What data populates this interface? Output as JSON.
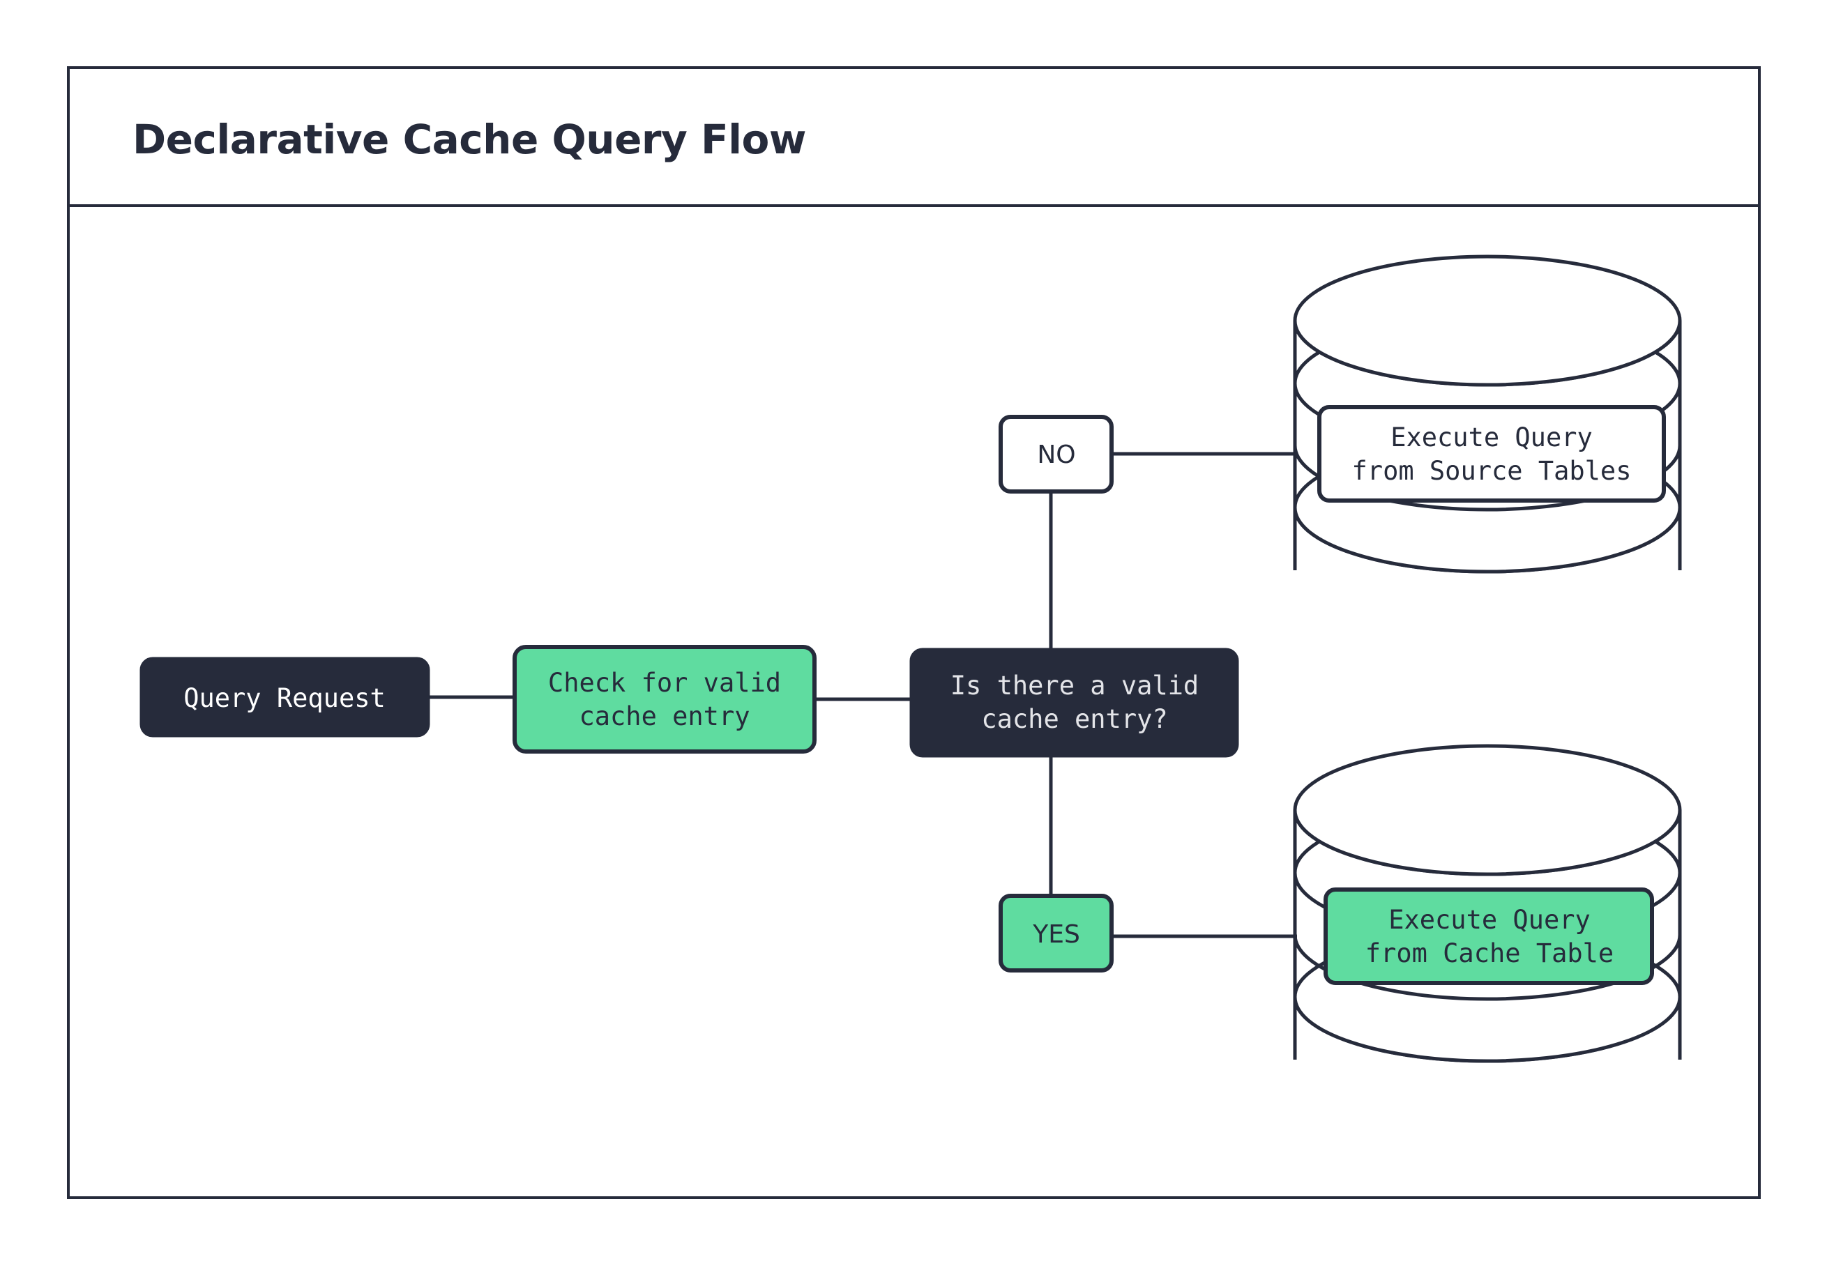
{
  "diagram": {
    "title": "Declarative Cache Query Flow",
    "colors": {
      "ink": "#262B3B",
      "green": "#5FDCA0",
      "white": "#FFFFFF",
      "dark_node_text": "#E3E4E8"
    },
    "nodes": {
      "query_request": {
        "label": "Query Request",
        "style": "dark-fill"
      },
      "check_cache": {
        "line1": "Check for valid",
        "line2": "cache entry",
        "style": "green-fill"
      },
      "decision": {
        "line1": "Is there a valid",
        "line2": "cache entry?",
        "style": "dark-fill"
      },
      "source_exec": {
        "line1": "Execute Query",
        "line2": "from Source Tables",
        "style": "white-fill"
      },
      "cache_exec": {
        "line1": "Execute Query",
        "line2": "from Cache Table",
        "style": "green-fill"
      }
    },
    "edge_labels": {
      "no": {
        "text": "NO",
        "style": "white-fill"
      },
      "yes": {
        "text": "YES",
        "style": "green-fill"
      }
    },
    "databases": {
      "source_db": {
        "name": "source-tables-database-cylinder"
      },
      "cache_db": {
        "name": "cache-table-database-cylinder"
      }
    }
  }
}
